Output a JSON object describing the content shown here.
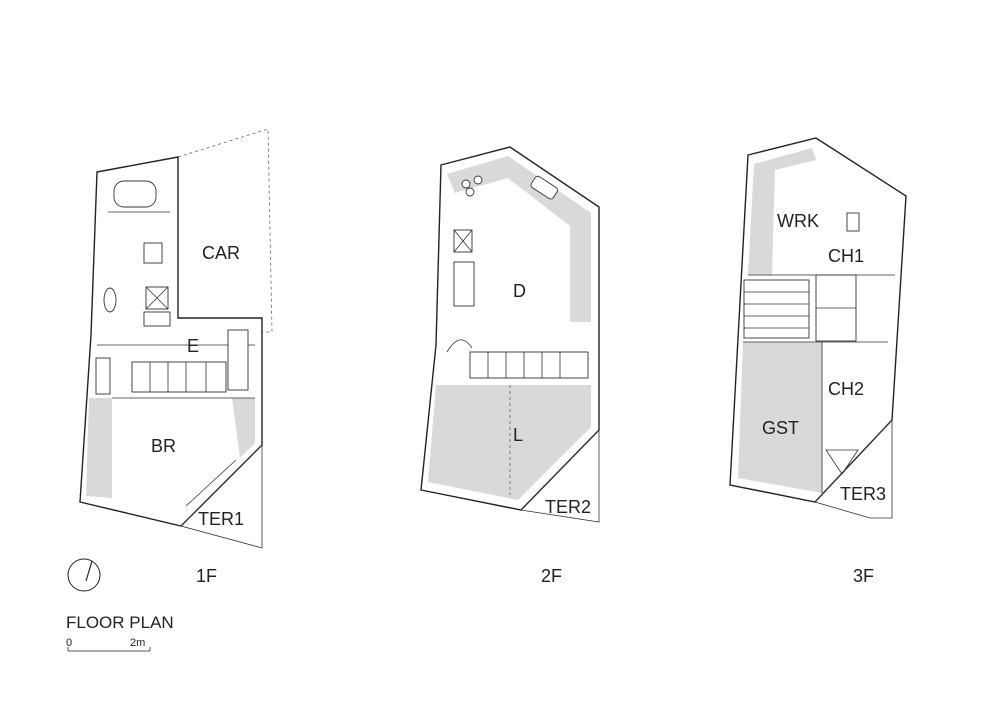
{
  "title": "FLOOR PLAN",
  "scale": {
    "start": "0",
    "end": "2m"
  },
  "floors": [
    {
      "label": "1F",
      "rooms": [
        "CAR",
        "E",
        "BR",
        "TER1"
      ]
    },
    {
      "label": "2F",
      "rooms": [
        "D",
        "L",
        "TER2"
      ]
    },
    {
      "label": "3F",
      "rooms": [
        "WRK",
        "CH1",
        "CH2",
        "GST",
        "TER3"
      ]
    }
  ],
  "colors": {
    "wall": "#222222",
    "shade": "#d9d9d9",
    "background": "#ffffff"
  }
}
